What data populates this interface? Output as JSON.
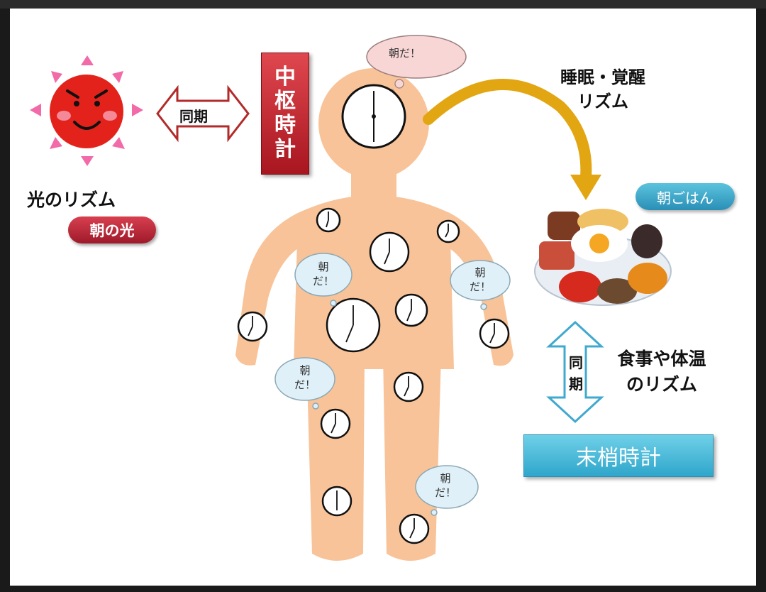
{
  "sun": {
    "label": "光のリズム",
    "badge": "朝の光"
  },
  "sync_left": {
    "label": "同期"
  },
  "central_clock": {
    "chars": [
      "中",
      "枢",
      "時",
      "計"
    ]
  },
  "head_bubble": {
    "text": "朝だ！"
  },
  "body_clouds": [
    {
      "line1": "朝",
      "line2": "だ！"
    },
    {
      "line1": "朝",
      "line2": "だ！"
    },
    {
      "line1": "朝",
      "line2": "だ！"
    },
    {
      "line1": "朝",
      "line2": "だ！"
    }
  ],
  "sleep_rhythm": {
    "line1": "睡眠・覚醒",
    "line2": "リズム"
  },
  "breakfast": {
    "label": "朝ごはん"
  },
  "sync_right": {
    "line1": "同",
    "line2": "期"
  },
  "meal_rhythm": {
    "line1": "食事や体温",
    "line2": "のリズム"
  },
  "peripheral_clock": {
    "label": "末梢時計"
  },
  "colors": {
    "body_skin": "#f8c398",
    "central_red": "#c72630",
    "peripheral_blue": "#3fb5d8",
    "sun_red": "#e3221b",
    "sun_ray": "#f26aa8",
    "arrow_gold": "#e2a612"
  }
}
